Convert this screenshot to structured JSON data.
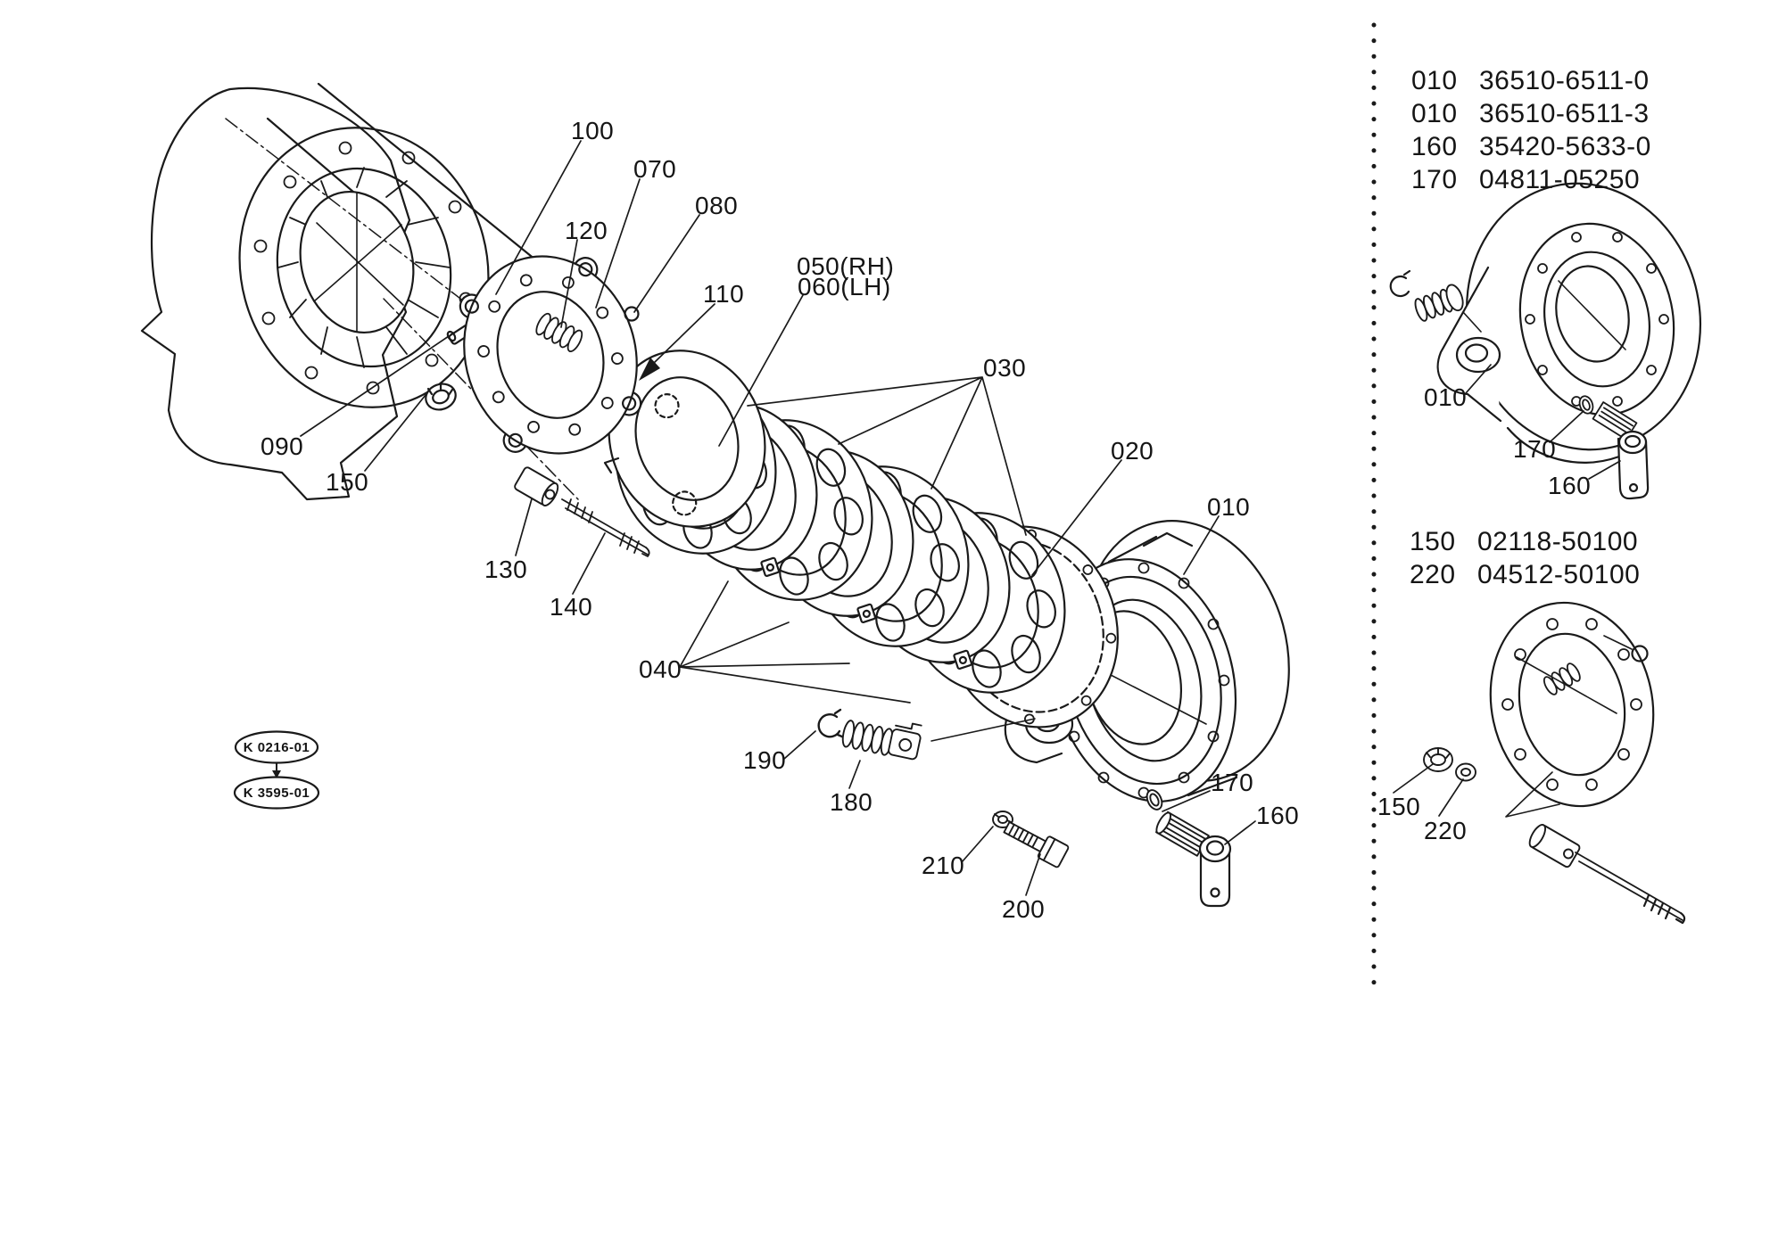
{
  "figure": {
    "kind": "exploded-parts-diagram",
    "subject": "brake assembly",
    "line_color": "#1a1a1a",
    "background_color": "#ffffff"
  },
  "callouts": {
    "n100": "100",
    "n070": "070",
    "n080": "080",
    "n120": "120",
    "n110": "110",
    "n050": "050(RH)",
    "n060": "060(LH)",
    "n030": "030",
    "n090": "090",
    "n150": "150",
    "n130": "130",
    "n140": "140",
    "n040": "040",
    "n020": "020",
    "n010": "010",
    "n190": "190",
    "n180": "180",
    "n170": "170",
    "n160": "160",
    "n210": "210",
    "n200": "200"
  },
  "right_panel": {
    "parts_list_top": [
      {
        "ref": "010",
        "part_number": "36510-6511-0"
      },
      {
        "ref": "010",
        "part_number": "36510-6511-3"
      },
      {
        "ref": "160",
        "part_number": "35420-5633-0"
      },
      {
        "ref": "170",
        "part_number": "04811-05250"
      }
    ],
    "detail_top_callouts": {
      "n010": "010",
      "n170": "170",
      "n160": "160"
    },
    "parts_list_bottom": [
      {
        "ref": "150",
        "part_number": "02118-50100"
      },
      {
        "ref": "220",
        "part_number": "04512-50100"
      }
    ],
    "detail_bottom_callouts": {
      "n150": "150",
      "n220": "220"
    }
  },
  "revision_codes": {
    "from_code": "K 0216-01",
    "to_code": "K 3595-01"
  }
}
